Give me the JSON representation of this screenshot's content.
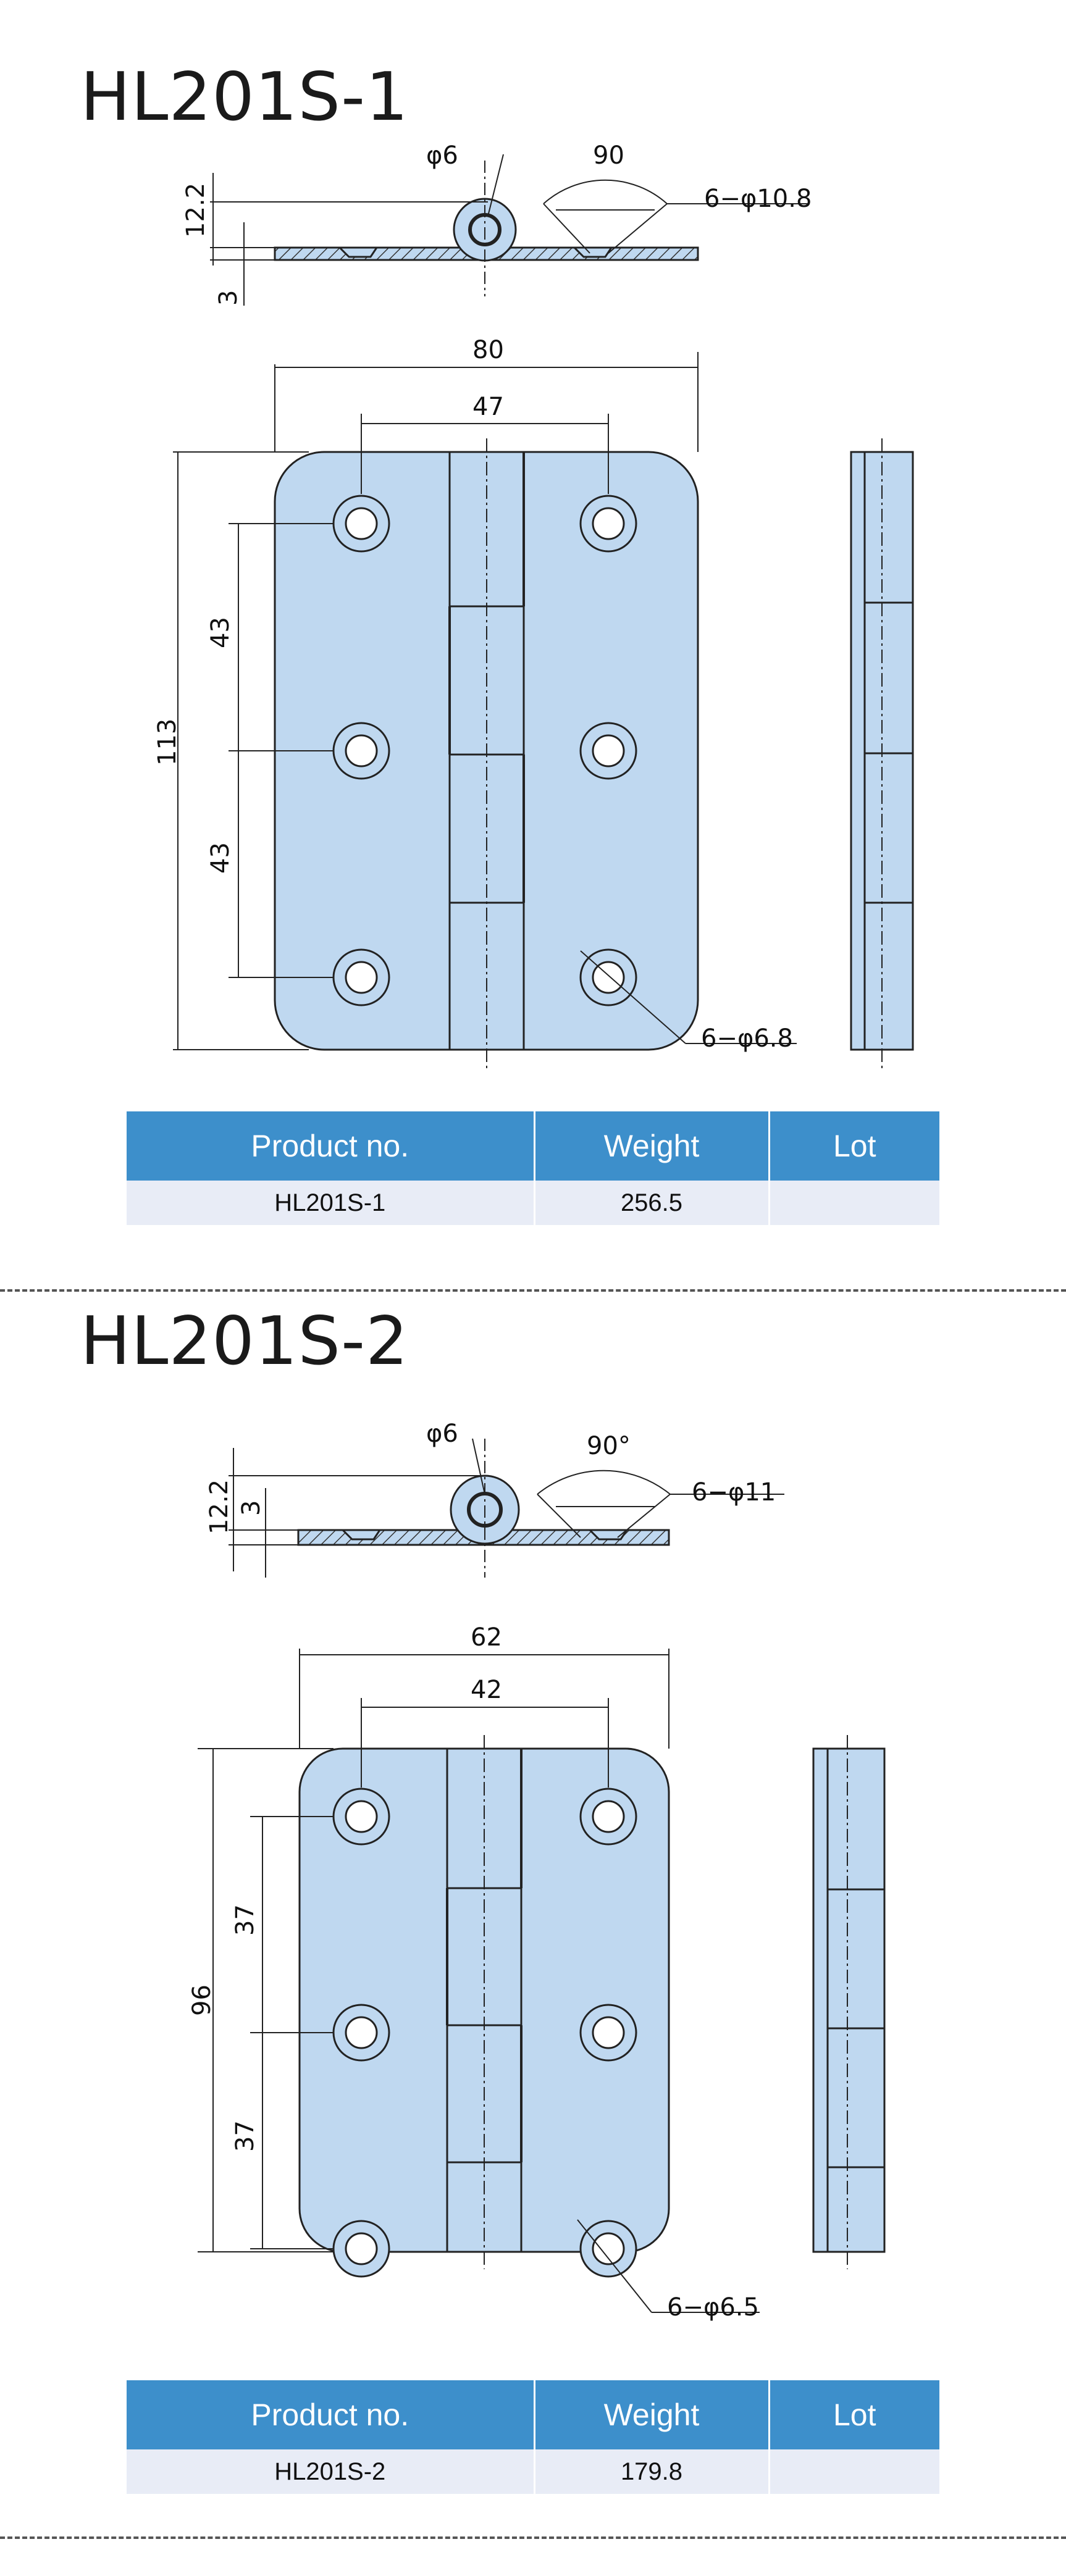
{
  "products": [
    {
      "title": "HL201S-1",
      "table": {
        "headers": [
          "Product no.",
          "Weight",
          "Lot"
        ],
        "row": [
          "HL201S-1",
          "256.5",
          ""
        ]
      },
      "dims": {
        "pin": "φ6",
        "angle": "90",
        "countersink": "6−φ10.8",
        "height": "12.2",
        "plate": "3",
        "width": "80",
        "hole_span": "47",
        "length": "113",
        "pitch1": "43",
        "pitch2": "43",
        "holes": "6−φ6.8"
      }
    },
    {
      "title": "HL201S-2",
      "table": {
        "headers": [
          "Product no.",
          "Weight",
          "Lot"
        ],
        "row": [
          "HL201S-2",
          "179.8",
          ""
        ]
      },
      "dims": {
        "pin": "φ6",
        "angle": "90°",
        "countersink": "6−φ11",
        "height": "12.2",
        "plate": "3",
        "width": "62",
        "hole_span": "42",
        "length": "96",
        "pitch1": "37",
        "pitch2": "37",
        "holes": "6−φ6.5"
      }
    }
  ],
  "colors": {
    "hinge_fill": "#bfd8f0",
    "table_header": "#3d8fcb",
    "table_row": "#e8ecf6"
  }
}
